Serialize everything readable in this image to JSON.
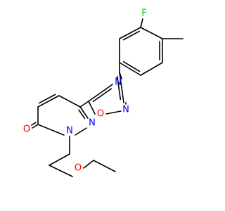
{
  "molecule": {
    "atoms": {
      "fluorine": "F",
      "oxadiazole_n3": "N",
      "oxadiazole_n4": "N",
      "oxadiazole_o": "O",
      "pyridazine_n1": "N",
      "pyridazine_n2": "N",
      "carbonyl_o": "O",
      "ether_o": "O"
    },
    "colors": {
      "bond": "#000000",
      "carbon": "#000000",
      "nitrogen": "#0000ff",
      "oxygen": "#ff0000",
      "fluorine": "#00cc00"
    }
  }
}
